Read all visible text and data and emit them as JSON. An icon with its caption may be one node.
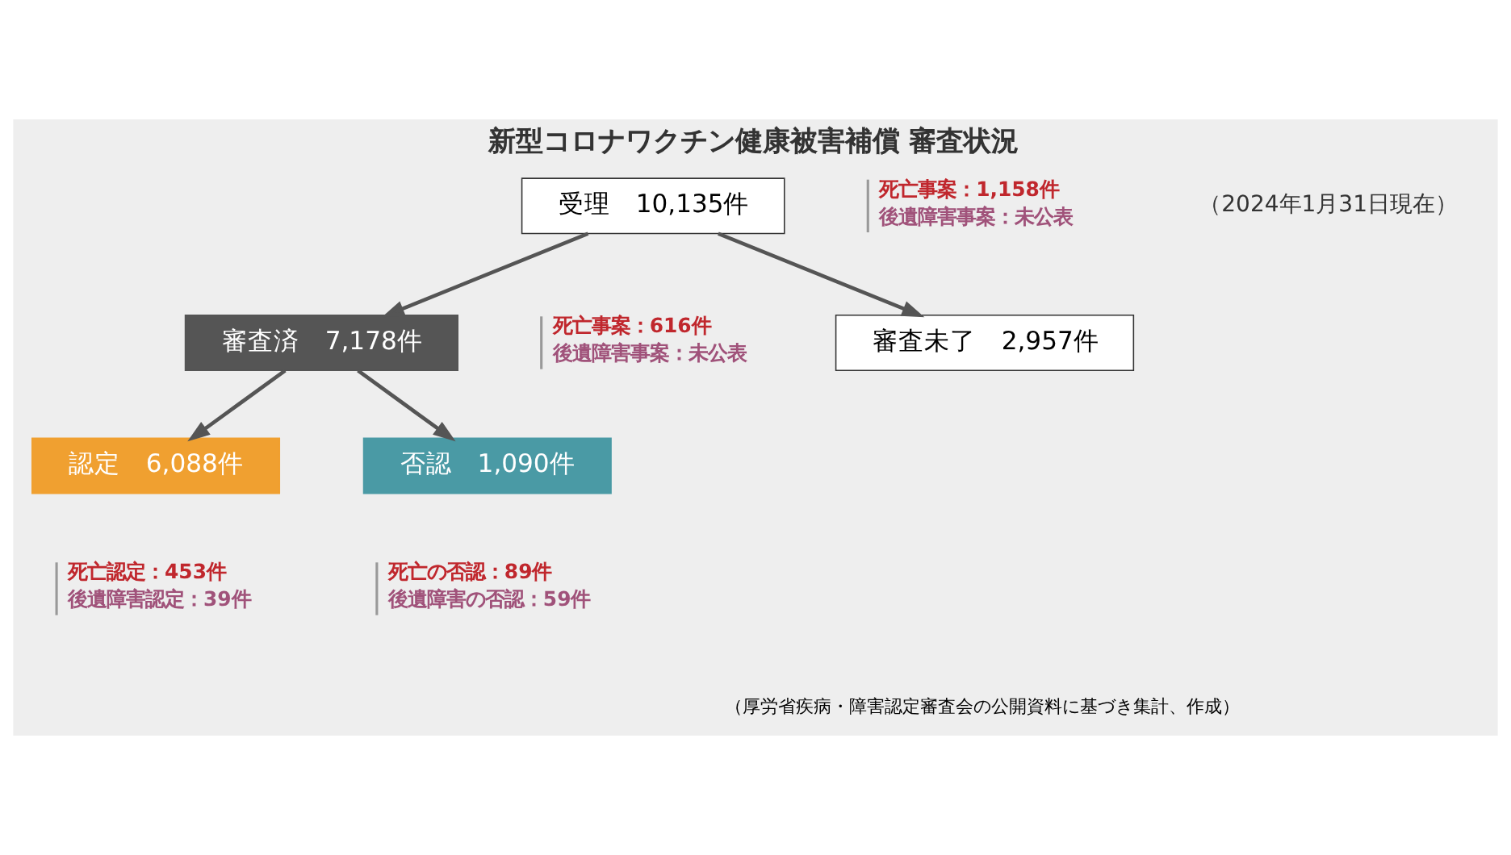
{
  "diagram": {
    "title": "新型コロナワクチン健康被害補償 審査状況",
    "caption": "（厚労省疾病・障害認定審査会の公開資料に基づき集計、作成）",
    "nodes": [
      {
        "text": [
          "受理　10,135件"
        ],
        "beside": [
          "死亡事案：1,158件",
          "後遺障害事案：未公表"
        ]
      },
      {
        "text": [
          "審査済　7,178件"
        ],
        "beside": [
          "死亡事案：616件",
          "後遺障害事案：未公表"
        ]
      },
      {
        "text": [
          "審査未了　2,957件"
        ]
      },
      {
        "text": [
          "認定　6,088件"
        ],
        "beside": [
          "死亡認定：453件",
          "後遺障害認定：39件"
        ]
      },
      {
        "text": [
          "否認　1,090件"
        ],
        "beside": [
          "死亡の否認：89件",
          "後遺障害の否認：59件"
        ]
      }
    ],
    "edges": [
      {
        "from": 0,
        "to": 1,
        "arrow": "to"
      },
      {
        "from": 0,
        "to": 2,
        "arrow": "to"
      },
      {
        "from": 1,
        "to": 3,
        "arrow": "to"
      },
      {
        "from": 1,
        "to": 4,
        "arrow": "to"
      }
    ],
    "labels": [
      "（2024年1月31日現在）"
    ]
  }
}
